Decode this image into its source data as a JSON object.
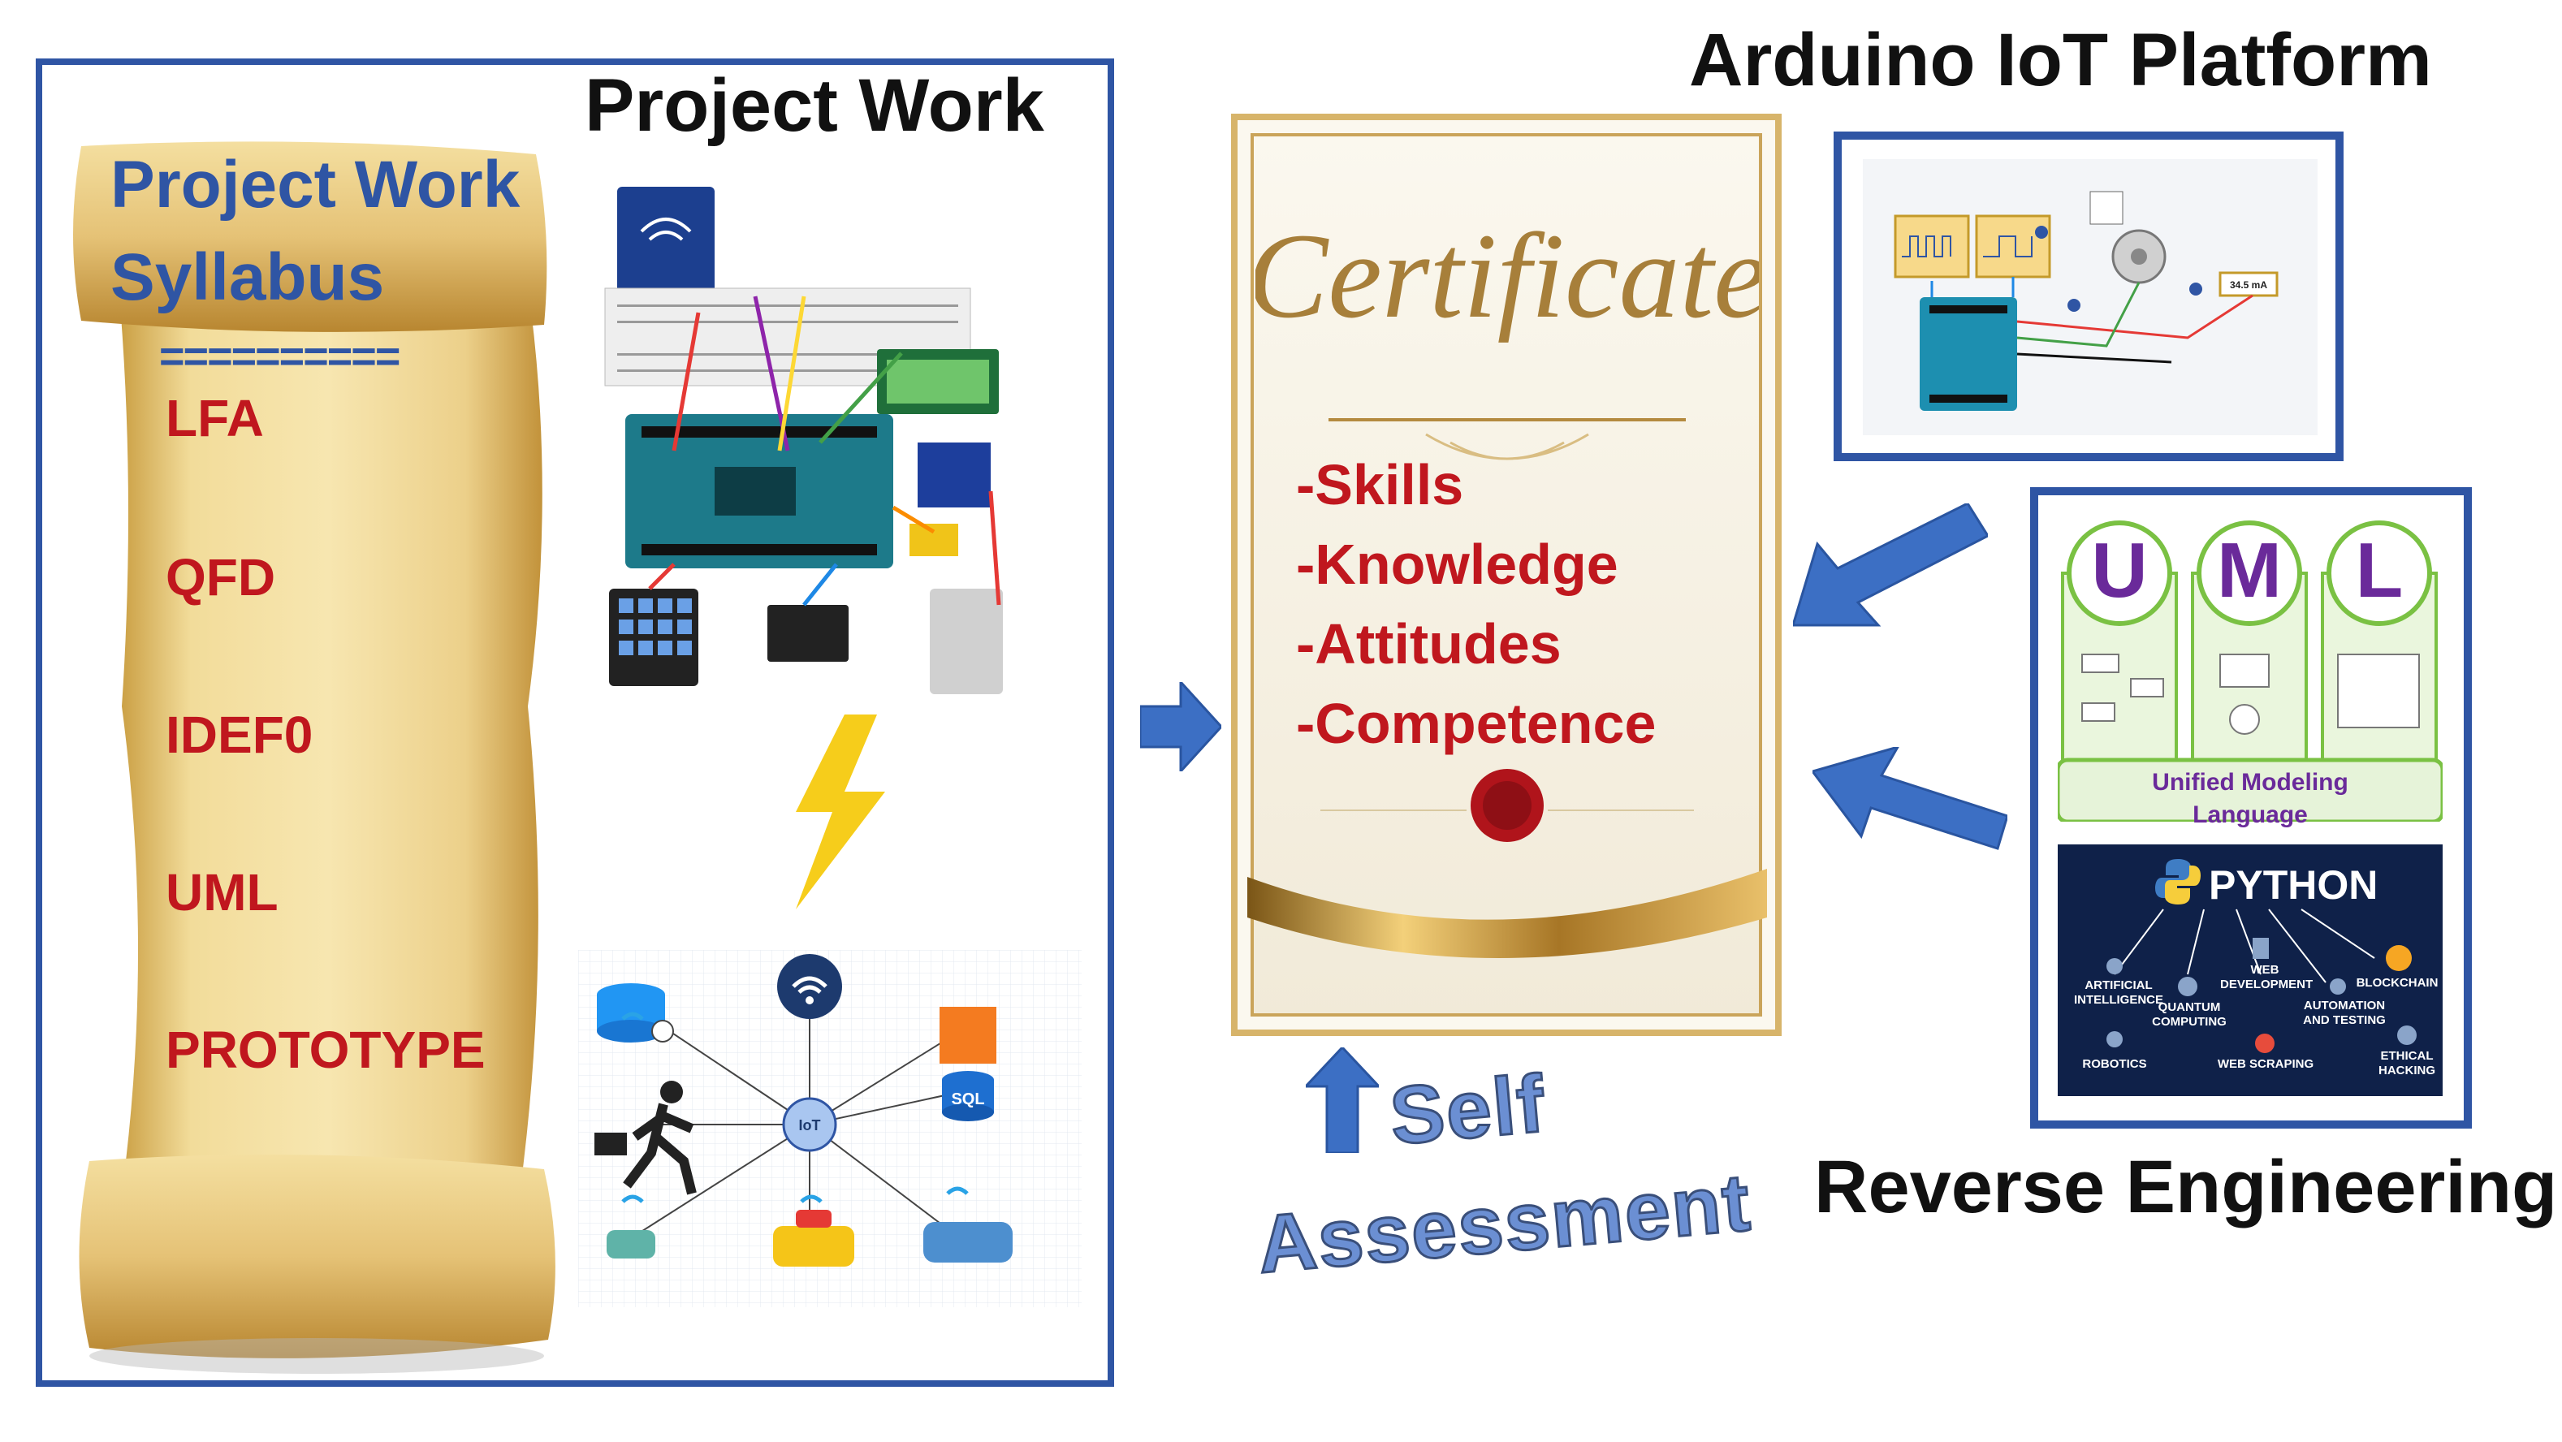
{
  "left_panel": {
    "heading": "Project Work",
    "scroll_title_line1": "Project Work",
    "scroll_title_line2": "Syllabus",
    "separator": "==========",
    "topics": [
      "LFA",
      "QFD",
      "IDEF0",
      "UML",
      "PROTOTYPE"
    ]
  },
  "iot_diagram": {
    "hub_label": "IoT",
    "sql_label": "SQL"
  },
  "certificate": {
    "title": "Certificate",
    "items": [
      "-Skills",
      "-Knowledge",
      "-Attitudes",
      "-Competence"
    ]
  },
  "self_assessment": {
    "line1": "Self",
    "line2": "Assessment"
  },
  "arduino_panel": {
    "heading": "Arduino IoT Platform",
    "meter_label": "34.5 mA"
  },
  "reverse_panel": {
    "heading": "Reverse Engineering",
    "uml_letters": [
      "U",
      "M",
      "L"
    ],
    "uml_caption": "Unified Modeling Language",
    "python_title": "PYTHON",
    "python_topics": [
      "ARTIFICIAL INTELLIGENCE",
      "QUANTUM COMPUTING",
      "WEB DEVELOPMENT",
      "AUTOMATION AND TESTING",
      "BLOCKCHAIN",
      "ROBOTICS",
      "WEB SCRAPING",
      "ETHICAL HACKING"
    ]
  },
  "colors": {
    "frame_blue": "#2f55a4",
    "topic_red": "#c0171e",
    "arrow_blue": "#3c6fc4",
    "uml_purple": "#6a2a9a",
    "uml_green": "#7ac143",
    "python_navy": "#0f2149"
  }
}
